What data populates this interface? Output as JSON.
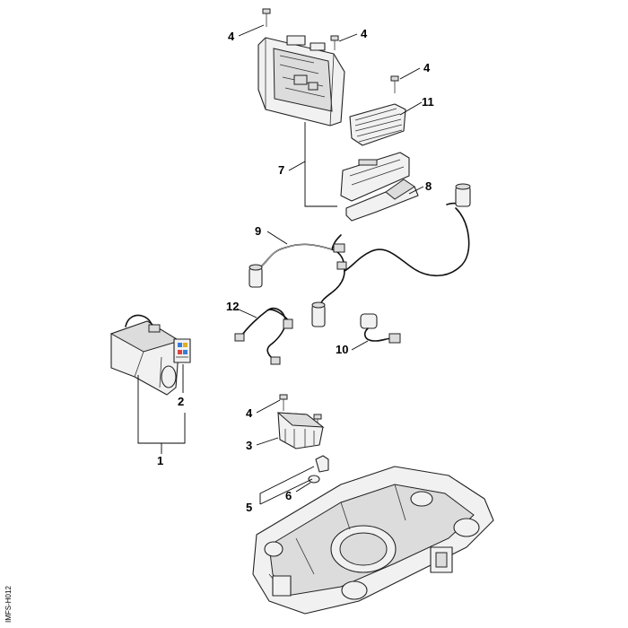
{
  "labels": {
    "n1": "1",
    "n2": "2",
    "n3": "3",
    "n4_top_left": "4",
    "n4_top_mid": "4",
    "n4_right": "4",
    "n4_lower": "4",
    "n5": "5",
    "n6": "6",
    "n7": "7",
    "n8": "8",
    "n9": "9",
    "n10": "10",
    "n11": "11",
    "n12": "12"
  },
  "drawing_ref": "IMFS-H012"
}
